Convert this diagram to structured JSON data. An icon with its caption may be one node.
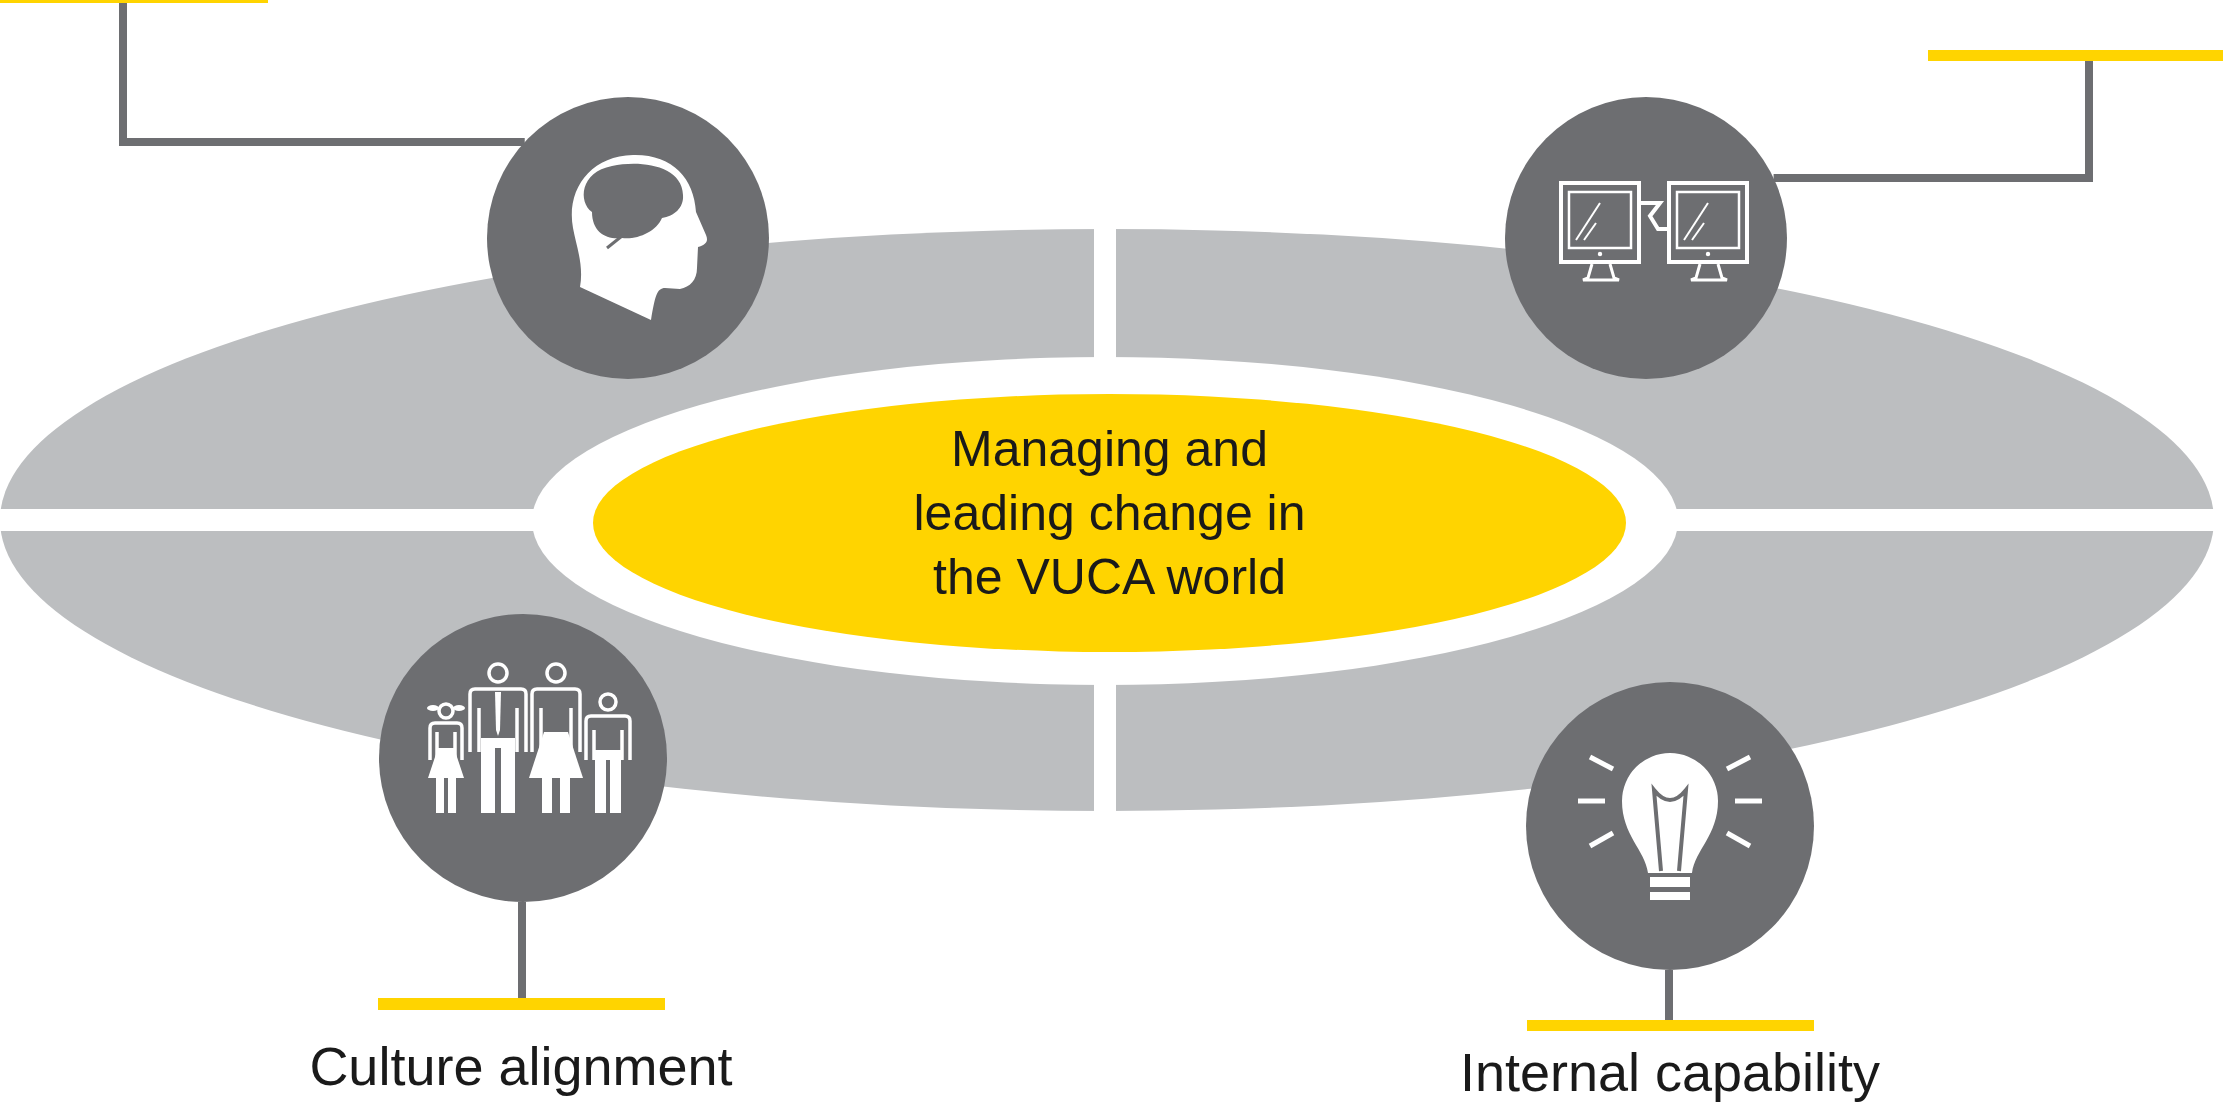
{
  "diagram": {
    "nodes": [
      {
        "text": [],
        "shape": "bar"
      },
      {
        "text": [],
        "shape": "circle"
      },
      {
        "text": [],
        "shape": "circle"
      },
      {
        "text": [],
        "shape": "bar"
      },
      {
        "text": [
          "Managing and leading change in the VUCA world"
        ]
      },
      {
        "text": [],
        "shape": "circle"
      },
      {
        "text": [],
        "shape": "circle"
      },
      {
        "text": [
          "Culture alignment"
        ]
      },
      {
        "text": [
          "Internal capability"
        ]
      }
    ],
    "edges": [
      {
        "from": 0,
        "to": 1,
        "arrow": "none"
      },
      {
        "from": 3,
        "to": 2,
        "arrow": "none"
      },
      {
        "from": 7,
        "to": 5,
        "arrow": "none"
      },
      {
        "from": 8,
        "to": 6,
        "arrow": "none"
      }
    ]
  }
}
